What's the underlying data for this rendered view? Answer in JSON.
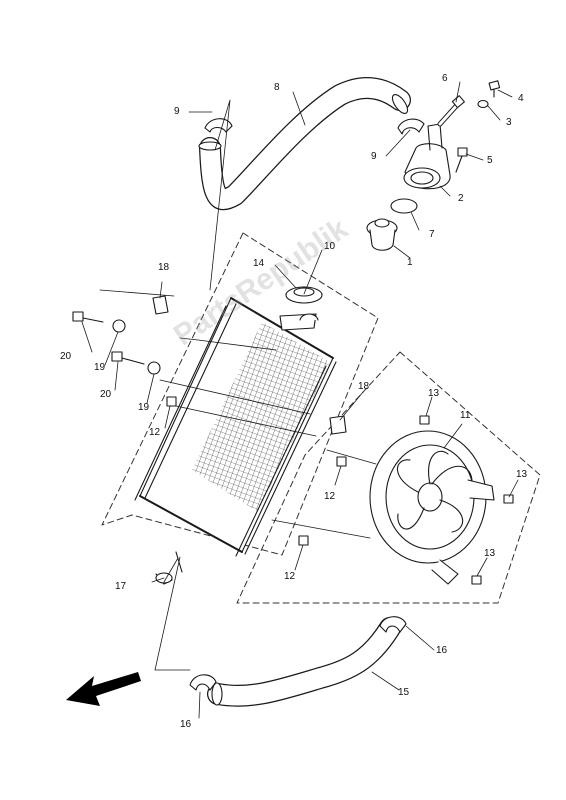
{
  "diagram": {
    "watermark": "PartsRepublik",
    "colors": {
      "line": "#1a1a1a",
      "dash": "#333333",
      "arrow": "#000000"
    },
    "arrow_icon": "front-direction-arrow-icon",
    "callouts": [
      {
        "id": "c1",
        "text": "1"
      },
      {
        "id": "c2",
        "text": "2"
      },
      {
        "id": "c3",
        "text": "3"
      },
      {
        "id": "c4",
        "text": "4"
      },
      {
        "id": "c5",
        "text": "5"
      },
      {
        "id": "c6",
        "text": "6"
      },
      {
        "id": "c7",
        "text": "7"
      },
      {
        "id": "c8",
        "text": "8"
      },
      {
        "id": "c9a",
        "text": "9"
      },
      {
        "id": "c9b",
        "text": "9"
      },
      {
        "id": "c10",
        "text": "10"
      },
      {
        "id": "c11",
        "text": "11"
      },
      {
        "id": "c12a",
        "text": "12"
      },
      {
        "id": "c12b",
        "text": "12"
      },
      {
        "id": "c12c",
        "text": "12"
      },
      {
        "id": "c13a",
        "text": "13"
      },
      {
        "id": "c13b",
        "text": "13"
      },
      {
        "id": "c13c",
        "text": "13"
      },
      {
        "id": "c14",
        "text": "14"
      },
      {
        "id": "c15",
        "text": "15"
      },
      {
        "id": "c16a",
        "text": "16"
      },
      {
        "id": "c16b",
        "text": "16"
      },
      {
        "id": "c17",
        "text": "17"
      },
      {
        "id": "c18a",
        "text": "18"
      },
      {
        "id": "c18b",
        "text": "18"
      },
      {
        "id": "c19a",
        "text": "19"
      },
      {
        "id": "c19b",
        "text": "19"
      },
      {
        "id": "c20a",
        "text": "20"
      },
      {
        "id": "c20b",
        "text": "20"
      }
    ]
  }
}
